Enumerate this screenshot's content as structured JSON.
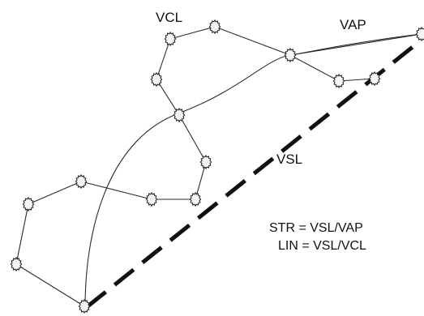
{
  "labels": {
    "vcl": "VCL",
    "vap": "VAP",
    "vsl": "VSL",
    "str_formula": "STR = VSL/VAP",
    "lin_formula": "LIN = VSL/VCL"
  },
  "colors": {
    "line": "#2b2b2b",
    "node_fill": "#f4f4f4"
  }
}
